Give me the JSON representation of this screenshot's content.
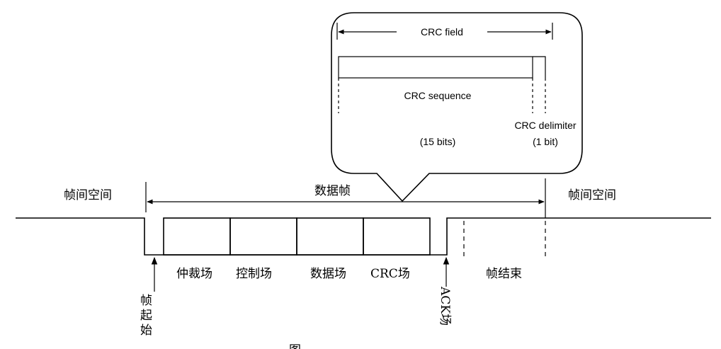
{
  "left_space": "帧间空间",
  "right_space": "帧间空间",
  "data_frame": "数据帧",
  "fields": {
    "arbitration": "仲裁场",
    "control": "控制场",
    "data": "数据场",
    "crc": "CRC场",
    "frame_end": "帧结束"
  },
  "markers": {
    "frame_start": [
      "帧",
      "起",
      "始"
    ],
    "ack": "ACK场"
  },
  "callout": {
    "crc_field": "CRC field",
    "crc_sequence": "CRC sequence",
    "crc_sequence_bits": "(15 bits)",
    "crc_delimiter": "CRC delimiter",
    "crc_delimiter_bits": "(1 bit)"
  },
  "caption": "图"
}
